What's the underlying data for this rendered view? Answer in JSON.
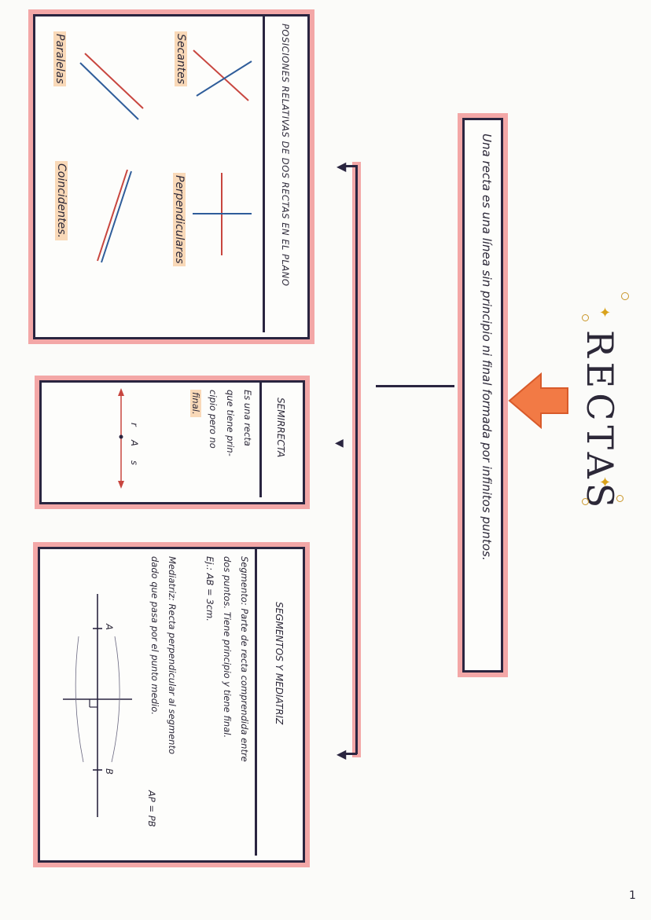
{
  "title": "RECTAS",
  "definition": "Una recta es una línea sin principio ni final formada por infinitos puntos.",
  "positions": {
    "heading": "POSICIONES RELATIVAS DE DOS RECTAS EN EL PLANO",
    "items": [
      "Secantes",
      "Perpendiculares",
      "Paralelas",
      "Coincidentes."
    ]
  },
  "semirrecta": {
    "heading": "SEMIRRECTA",
    "lines": [
      "Es una recta",
      "que tiene prin-",
      "cipio pero no",
      "final."
    ],
    "labels": [
      "r",
      "A",
      "s"
    ]
  },
  "segmentos": {
    "heading": "SEGMENTOS Y MEDIATRIZ",
    "lines": [
      "Segmento: Parte de recta comprendida entre",
      "dos puntos. Tiene principio y tiene final.",
      "Ej.: AB = 3cm.",
      "Mediatriz: Recta perpendicular al segmento",
      "dado que pasa por el punto medio."
    ],
    "labels": [
      "A",
      "B"
    ],
    "formula": "AP = PB"
  },
  "page_number": "1",
  "colors": {
    "ink": "#2a2540",
    "pink": "#f3a7a7",
    "orange": "#f27a45",
    "red": "#c8463f",
    "blue": "#2f5d9a",
    "highlight": "#f9d9b8"
  }
}
